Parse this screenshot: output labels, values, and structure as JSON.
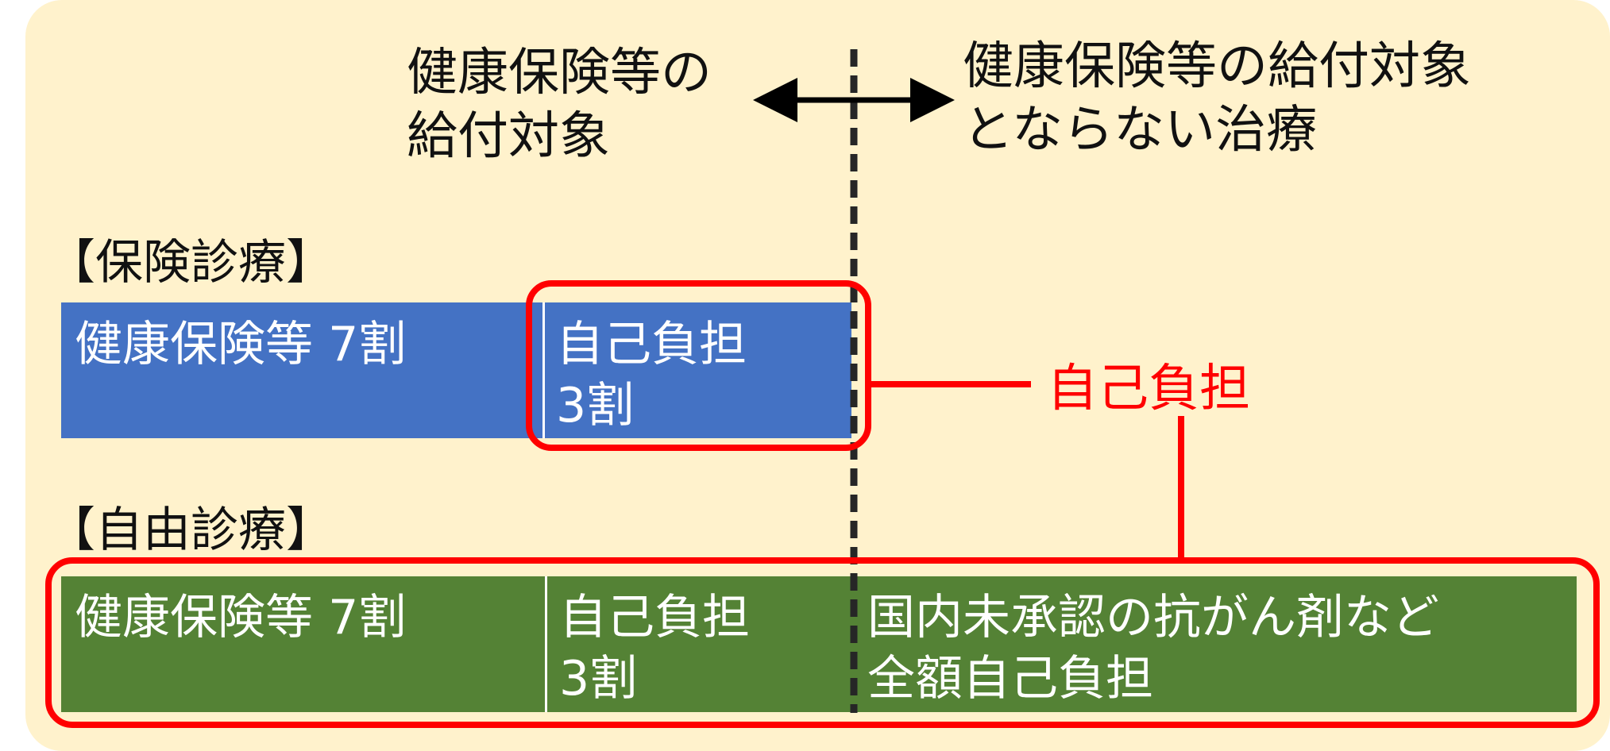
{
  "colors": {
    "panel_background": "#fff2cc",
    "insurance_bar": "#4472c4",
    "free_bar": "#548235",
    "highlight_red": "#ff0000"
  },
  "header": {
    "covered_label": "健康保険等の\n給付対象",
    "not_covered_label": "健康保険等の給付対象\nとならない治療"
  },
  "insurance_section": {
    "label": "【保険診療】",
    "insurance_share": "健康保険等 7割",
    "self_pay": "自己負担\n3割"
  },
  "free_section": {
    "label": "【自由診療】",
    "insurance_share": "健康保険等 7割",
    "self_pay": "自己負担\n3割",
    "uncovered": "国内未承認の抗がん剤など\n全額自己負担"
  },
  "callout": {
    "label": "自己負担"
  },
  "icons": {
    "boundary_arrow": "double-headed-arrow-icon"
  }
}
